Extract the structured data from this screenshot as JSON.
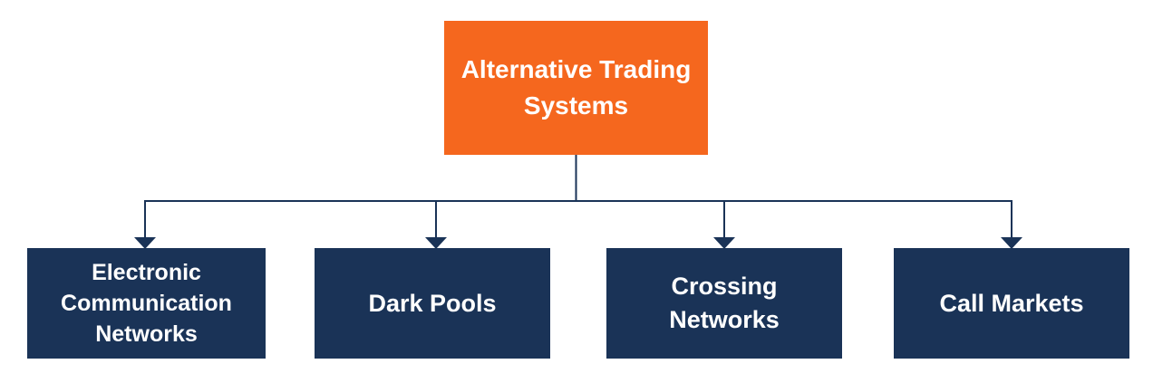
{
  "diagram": {
    "root": {
      "label": "Alternative Trading Systems"
    },
    "children": [
      {
        "label": "Electronic Communication Networks"
      },
      {
        "label": "Dark Pools"
      },
      {
        "label": "Crossing Networks"
      },
      {
        "label": "Call Markets"
      }
    ],
    "colors": {
      "root_bg": "#F5671E",
      "child_bg": "#1A3357",
      "text": "#FFFFFF",
      "connector": "#1A3357",
      "canvas_bg": "#FFFFFF"
    }
  }
}
